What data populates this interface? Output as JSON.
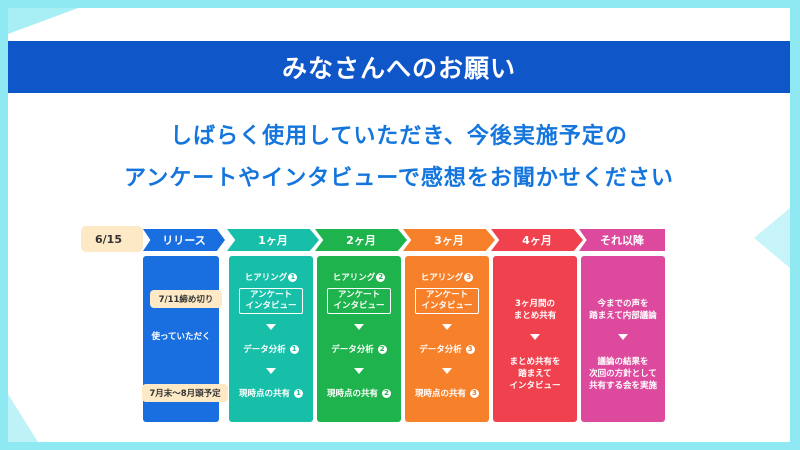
{
  "title": "みなさんへのお願い",
  "headline": {
    "line1": "しばらく使用していただき、今後実施予定の",
    "line2": "アンケートやインタビューで感想をお聞かせください"
  },
  "timeline": {
    "start_date": "6/15",
    "phases": [
      {
        "label": "リリース",
        "color": "#1a6fe0"
      },
      {
        "label": "1ヶ月",
        "color": "#17bfa9"
      },
      {
        "label": "2ヶ月",
        "color": "#1eb34c"
      },
      {
        "label": "3ヶ月",
        "color": "#f7812a"
      },
      {
        "label": "4ヶ月",
        "color": "#f0414f"
      },
      {
        "label": "それ以降",
        "color": "#dd4a9d"
      }
    ]
  },
  "columns": {
    "release": {
      "text": "使っていただく",
      "note_top": "7/11締め切り",
      "note_bottom": "7月末〜8月頭予定"
    },
    "month1": {
      "hearing": "ヒアリング",
      "num": "1",
      "box_l1": "アンケート",
      "box_l2": "インタビュー",
      "analysis": "データ分析",
      "share": "現時点の共有"
    },
    "month2": {
      "hearing": "ヒアリング",
      "num": "2",
      "box_l1": "アンケート",
      "box_l2": "インタビュー",
      "analysis": "データ分析",
      "share": "現時点の共有"
    },
    "month3": {
      "hearing": "ヒアリング",
      "num": "3",
      "box_l1": "アンケート",
      "box_l2": "インタビュー",
      "analysis": "データ分析",
      "share": "現時点の共有"
    },
    "month4": {
      "l1": "3ヶ月間の",
      "l2": "まとめ共有",
      "l3": "まとめ共有を",
      "l4": "踏まえて",
      "l5": "インタビュー"
    },
    "later": {
      "l1": "今までの声を",
      "l2": "踏まえて内部議論",
      "l3": "議論の結果を",
      "l4": "次回の方針として",
      "l5": "共有する会を実施"
    }
  }
}
